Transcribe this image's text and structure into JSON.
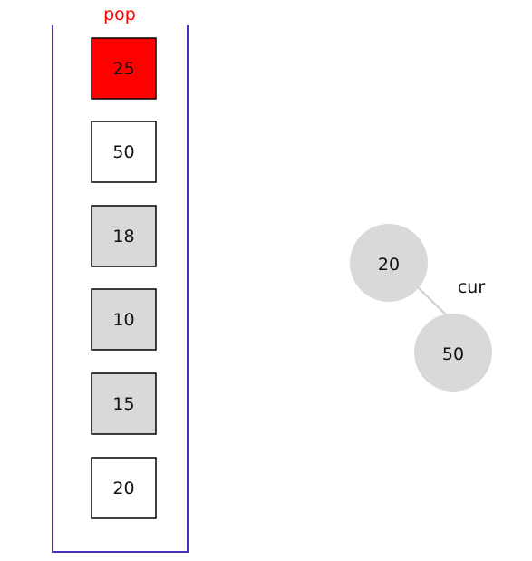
{
  "stack": {
    "operation_label": "pop",
    "items": [
      {
        "value": "25",
        "state": "popped"
      },
      {
        "value": "50",
        "state": "normal"
      },
      {
        "value": "18",
        "state": "visited"
      },
      {
        "value": "10",
        "state": "visited"
      },
      {
        "value": "15",
        "state": "visited"
      },
      {
        "value": "20",
        "state": "normal"
      }
    ]
  },
  "tree": {
    "nodes": [
      {
        "id": "root",
        "value": "20"
      },
      {
        "id": "right-child",
        "value": "50"
      }
    ],
    "pointer_label": "cur"
  },
  "colors": {
    "popped_fill": "#ff0000",
    "visited_fill": "#d9d9d9",
    "normal_fill": "#ffffff",
    "container_border": "#4b2fbf",
    "pop_label": "#ff0000",
    "tree_node_fill": "#d9d9d9",
    "tree_edge": "#cfcfcf"
  }
}
